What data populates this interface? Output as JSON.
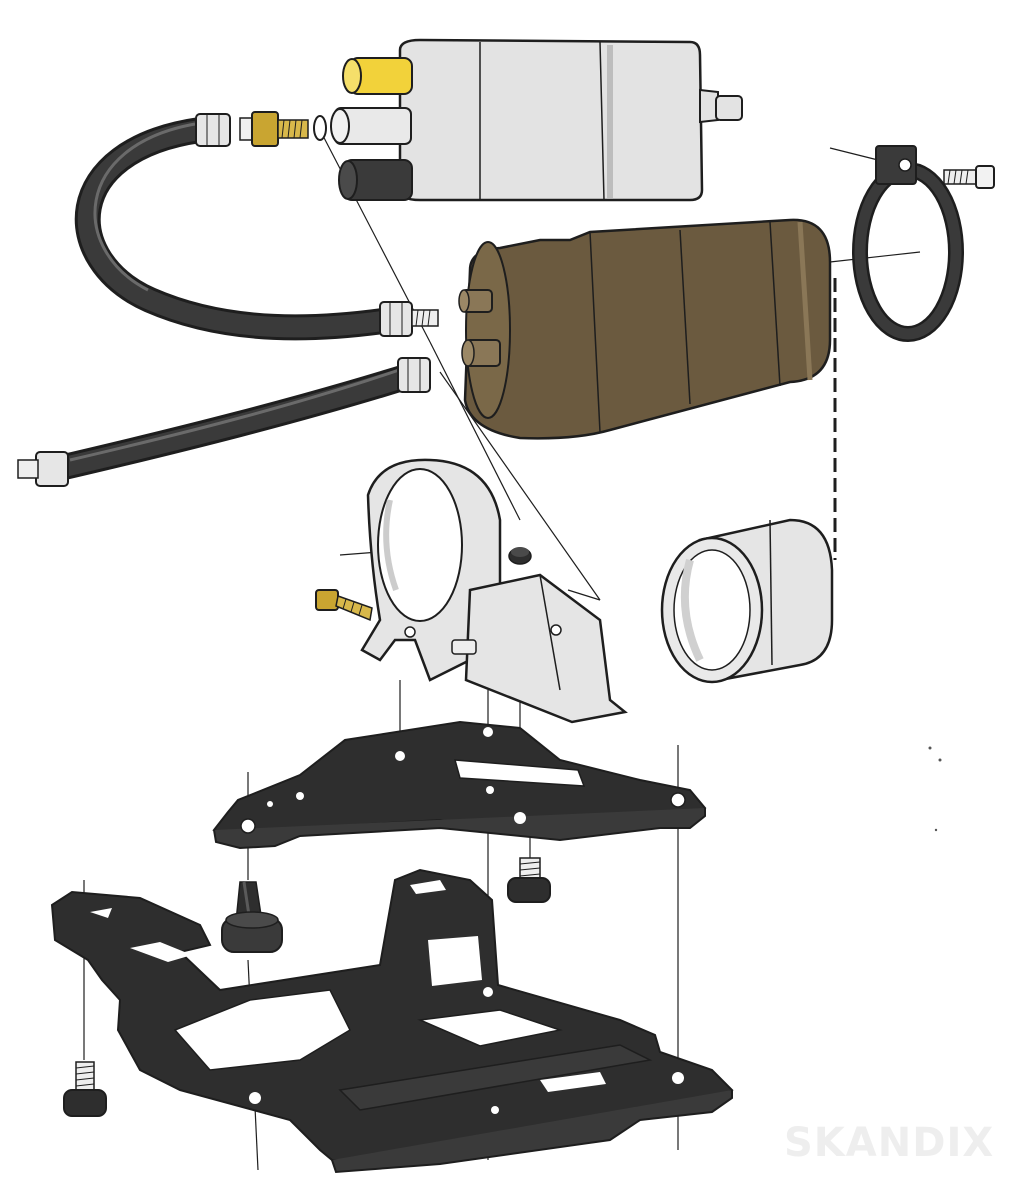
{
  "watermark": {
    "text": "SKANDIX",
    "color": "#eeeeee"
  },
  "colors": {
    "outline": "#1e1e1e",
    "pump_body": "#e3e3e3",
    "pump_fitting_yellow": "#f2d23a",
    "accumulator_brown": "#6b5a3f",
    "hose_dark": "#3a3a3a",
    "bracket_black": "#2e2e2e",
    "clamp_light": "#e5e5e5",
    "brass": "#c9a531"
  },
  "parts": [
    {
      "id": "fuel-pump",
      "icon": "fuel-pump-icon"
    },
    {
      "id": "pressure-accumulator",
      "icon": "accumulator-icon"
    },
    {
      "id": "fuel-hose-upper",
      "icon": "hose-icon"
    },
    {
      "id": "fuel-hose-lower",
      "icon": "hose-icon"
    },
    {
      "id": "hose-clamp",
      "icon": "clamp-icon"
    },
    {
      "id": "rubber-sleeve",
      "icon": "sleeve-icon"
    },
    {
      "id": "pump-holder-bracket",
      "icon": "bracket-icon"
    },
    {
      "id": "mounting-plate",
      "icon": "plate-icon"
    },
    {
      "id": "carrier-frame",
      "icon": "frame-icon"
    },
    {
      "id": "rubber-mount",
      "icon": "rubber-mount-icon"
    },
    {
      "id": "bolts",
      "icon": "bolt-icon"
    }
  ]
}
